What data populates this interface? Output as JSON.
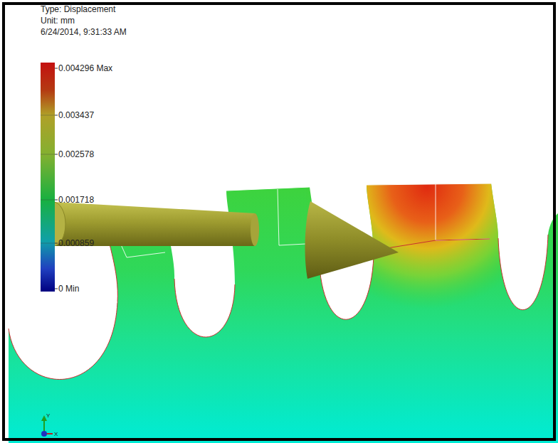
{
  "diagram": {
    "labels": [
      "Type: Displacement",
      "Unit: mm",
      "6/24/2014, 9:31:33 AM",
      "0.004296 Max",
      "0.003437",
      "0.002578",
      "0.001718",
      "0.000859",
      "0 Min",
      "Y",
      "X"
    ]
  }
}
